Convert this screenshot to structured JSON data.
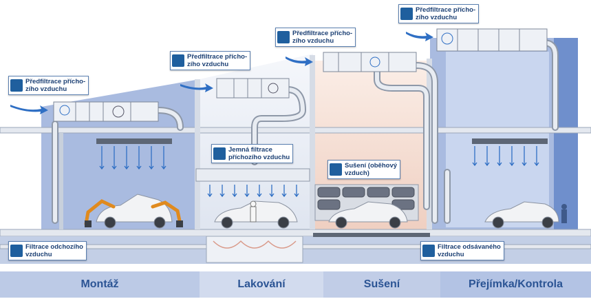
{
  "callouts": [
    {
      "id": "prefilter-1",
      "text": "Předfiltrace přícho-\nzího vzduchu"
    },
    {
      "id": "prefilter-2",
      "text": "Předfiltrace přícho-\nzího vzduchu"
    },
    {
      "id": "prefilter-3",
      "text": "Předfiltrace přícho-\nzího vzduchu"
    },
    {
      "id": "prefilter-4",
      "text": "Předfiltrace přícho-\nzího vzduchu"
    },
    {
      "id": "fine-filter",
      "text": "Jemná filtrace\npříchozího vzduchu"
    },
    {
      "id": "drying",
      "text": "Sušení (oběhový\nvzduch)"
    },
    {
      "id": "exhaust-filter",
      "text": "Filtrace odchozího\nvzduchu"
    },
    {
      "id": "extraction-filter",
      "text": "Filtrace odsávaného\nvzduchu"
    }
  ],
  "zones": {
    "assembly": "Montáž",
    "painting": "Lakování",
    "drying": "Sušení",
    "inspection": "Přejímka/Kontrola"
  },
  "colors": {
    "hall": "#a9bbe0",
    "duct": "#e2e6ee",
    "airflow": "#2f6fc4",
    "warm": "#f4ddd3",
    "label": "#2b5494",
    "icon": "#1f5f9e"
  },
  "icons": [
    "filter-cartridge-icon"
  ]
}
